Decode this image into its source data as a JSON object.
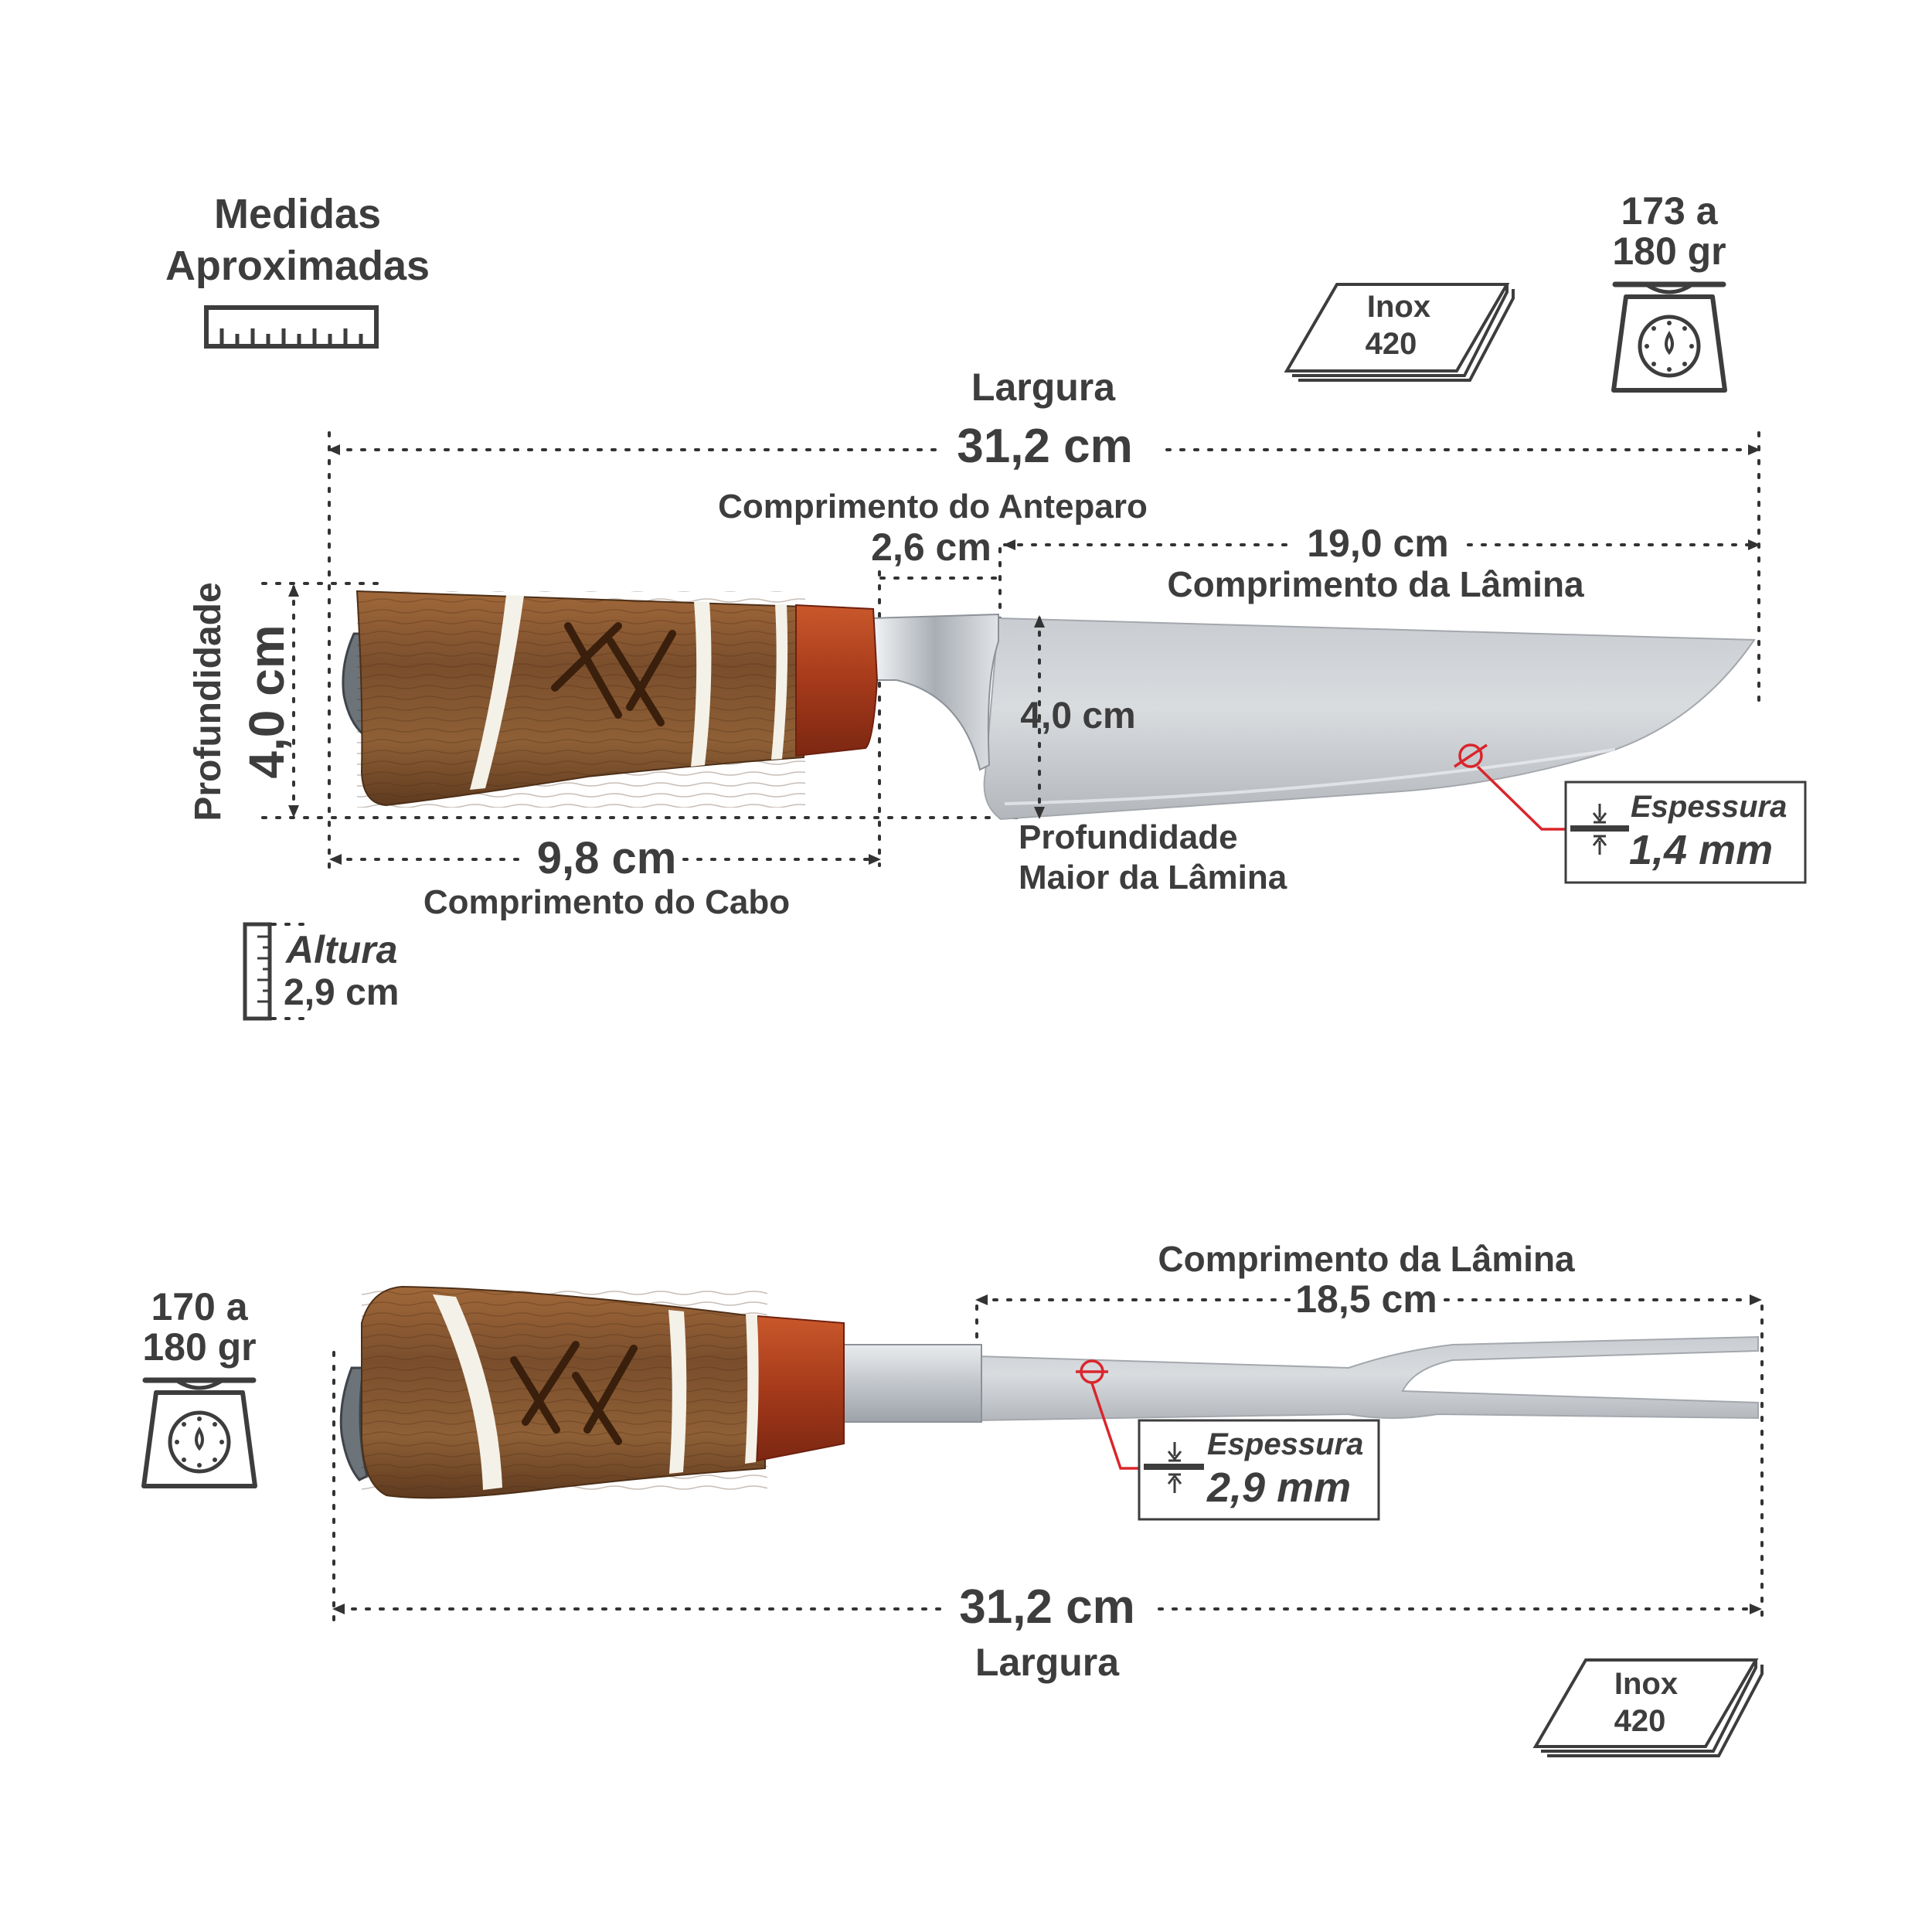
{
  "header": {
    "title_line1": "Medidas",
    "title_line2": "Aproximadas",
    "ruler_icon": "ruler-icon"
  },
  "knife": {
    "material_line1": "Inox",
    "material_line2": "420",
    "weight_line1": "173 a",
    "weight_line2": "180 gr",
    "width_label": "Largura",
    "width_value": "31,2 cm",
    "guard_label": "Comprimento do Anteparo",
    "guard_value": "2,6 cm",
    "blade_value": "19,0 cm",
    "blade_label": "Comprimento da Lâmina",
    "depth_label": "Profundidade",
    "depth_value": "4,0 cm",
    "blade_depth_value": "4,0 cm",
    "blade_depth_label_line1": "Profundidade",
    "blade_depth_label_line2": "Maior da Lâmina",
    "handle_value": "9,8 cm",
    "handle_label": "Comprimento do Cabo",
    "height_label": "Altura",
    "height_value": "2,9 cm",
    "thickness_label": "Espessura",
    "thickness_value": "1,4 mm"
  },
  "fork": {
    "weight_line1": "170 a",
    "weight_line2": "180 gr",
    "blade_label": "Comprimento da Lâmina",
    "blade_value": "18,5 cm",
    "thickness_label": "Espessura",
    "thickness_value": "2,9 mm",
    "width_value": "31,2 cm",
    "width_label": "Largura",
    "material_line1": "Inox",
    "material_line2": "420"
  },
  "colors": {
    "text": "#3d3d3d",
    "accent_red": "#d9262c",
    "wood": "#8a5a34",
    "padauk": "#b8431f",
    "steel": "#c9ccd0"
  }
}
